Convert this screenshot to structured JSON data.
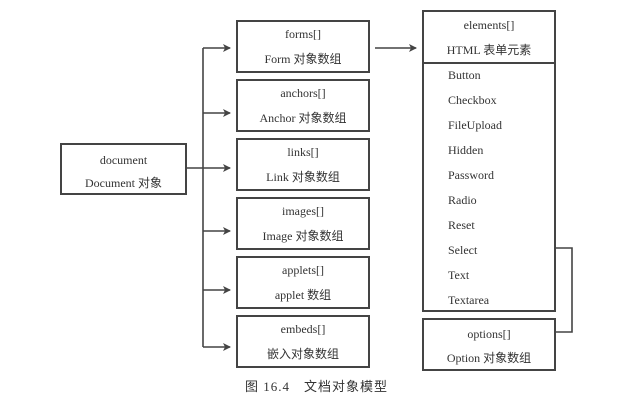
{
  "document": {
    "name": "document",
    "desc": "Document 对象"
  },
  "collections": [
    {
      "name": "forms[]",
      "desc": "Form 对象数组"
    },
    {
      "name": "anchors[]",
      "desc": "Anchor 对象数组"
    },
    {
      "name": "links[]",
      "desc": "Link 对象数组"
    },
    {
      "name": "images[]",
      "desc": "Image 对象数组"
    },
    {
      "name": "applets[]",
      "desc": "applet 数组"
    },
    {
      "name": "embeds[]",
      "desc": "嵌入对象数组"
    }
  ],
  "elements": {
    "name": "elements[]",
    "desc": "HTML 表单元素",
    "items": [
      "Button",
      "Checkbox",
      "FileUpload",
      "Hidden",
      "Password",
      "Radio",
      "Reset",
      "Select",
      "Text",
      "Textarea"
    ]
  },
  "options": {
    "name": "options[]",
    "desc": "Option 对象数组"
  },
  "caption": "图 16.4　文档对象模型"
}
